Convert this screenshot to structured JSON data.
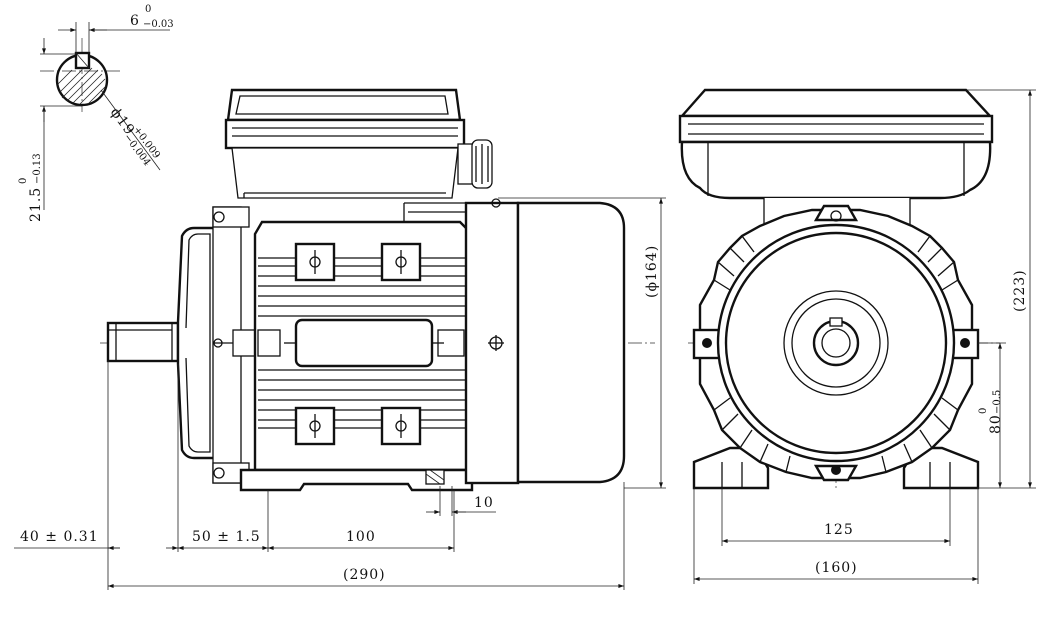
{
  "colors": {
    "line": "#111111",
    "background": "#ffffff"
  },
  "dimensions": {
    "shaft_end": "40 ± 0.31",
    "flange_offset": "50 ± 1.5",
    "foot_hole_spacing": "100",
    "foot_width": "10",
    "overall_length": "(290)",
    "body_diameter": "(ϕ164)",
    "overall_height": "(223)",
    "foot_holes_transverse": "125",
    "overall_width": "(160)",
    "key_width": "6",
    "key_width_tol_upper": "0",
    "key_width_tol_lower": "−0.03",
    "key_height": "21.5",
    "key_height_tol_upper": "0",
    "key_height_tol_lower": "−0.13",
    "shaft_diameter": "ϕ19",
    "shaft_diameter_tol_upper": "+0.009",
    "shaft_diameter_tol_lower": "−0.004",
    "shaft_height": "80",
    "shaft_height_tol_upper": "0",
    "shaft_height_tol_lower": "−0.5"
  }
}
